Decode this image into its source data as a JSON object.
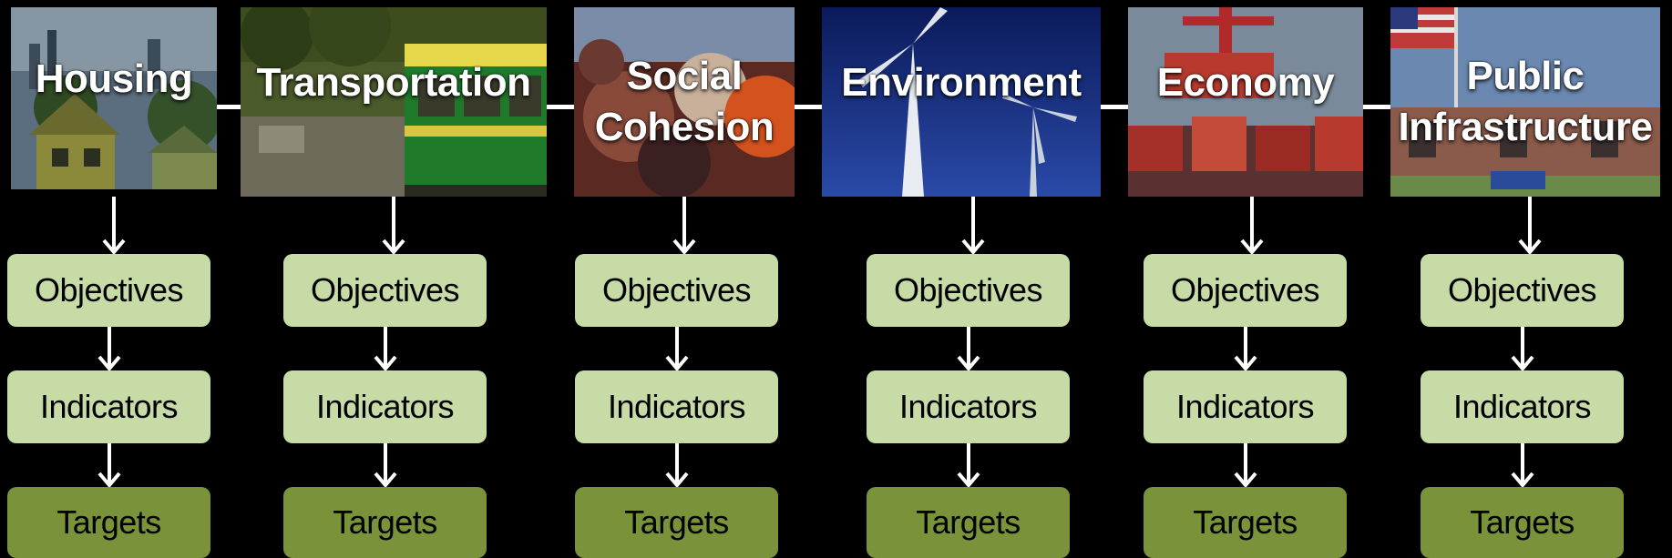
{
  "columns": [
    {
      "title": "Housing",
      "objectives": "Objectives",
      "indicators": "Indicators",
      "targets": "Targets"
    },
    {
      "title": "Transportation",
      "objectives": "Objectives",
      "indicators": "Indicators",
      "targets": "Targets"
    },
    {
      "title": "Social\nCohesion",
      "objectives": "Objectives",
      "indicators": "Indicators",
      "targets": "Targets"
    },
    {
      "title": "Environment",
      "objectives": "Objectives",
      "indicators": "Indicators",
      "targets": "Targets"
    },
    {
      "title": "Economy",
      "objectives": "Objectives",
      "indicators": "Indicators",
      "targets": "Targets"
    },
    {
      "title": "Public\nInfrastructure",
      "objectives": "Objectives",
      "indicators": "Indicators",
      "targets": "Targets"
    }
  ],
  "colors": {
    "background": "#000000",
    "objectives_box": "#c6dba5",
    "indicators_box": "#c6dba5",
    "targets_box": "#7a9239",
    "connector": "#ffffff"
  }
}
